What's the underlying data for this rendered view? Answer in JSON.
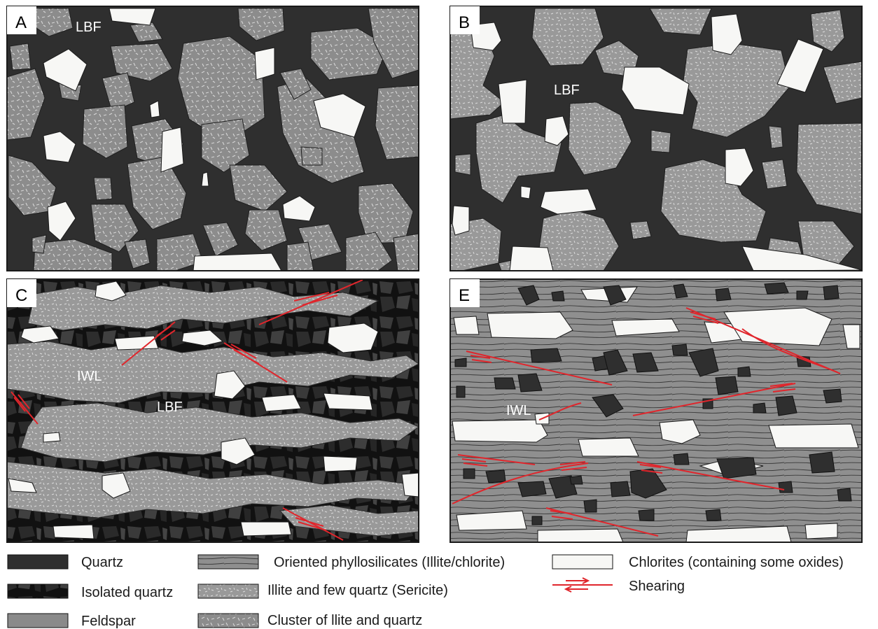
{
  "colors": {
    "background": "#ffffff",
    "quartz": "#2f2f2f",
    "isolated_quartz_dark": "#141414",
    "isolated_quartz_mid": "#3a3a3a",
    "feldspar": "#8a8a8a",
    "sericite": "#9b9b9b",
    "cluster": "#8e8e8e",
    "chlorite": "#f7f7f5",
    "phyllosilicate_matrix": "#8f8f8f",
    "shear": "#e0262c",
    "speckle": "#d6d6d6",
    "frame": "#1a1a1a"
  },
  "panels": [
    {
      "id": "A",
      "letter": "A",
      "zone_label": "LBF"
    },
    {
      "id": "B",
      "letter": "B",
      "zone_label": "LBF"
    },
    {
      "id": "C",
      "letter": "C",
      "zone_labels": [
        "IWL",
        "LBF"
      ]
    },
    {
      "id": "E",
      "letter": "E",
      "zone_label": "IWL"
    }
  ],
  "legend": {
    "items": [
      {
        "key": "quartz",
        "label": "Quartz",
        "swatch": "solid-dark"
      },
      {
        "key": "isolated-quartz",
        "label": "Isolated quartz",
        "swatch": "mosaic-dark"
      },
      {
        "key": "feldspar",
        "label": "Feldspar",
        "swatch": "solid-gray"
      },
      {
        "key": "oriented-phyllosilicates",
        "label": "Oriented phyllosilicates (Illite/chlorite)",
        "swatch": "wavy-lines"
      },
      {
        "key": "illite-sericite",
        "label": "Illite and few quartz (Sericite)",
        "swatch": "speckled-gray"
      },
      {
        "key": "cluster",
        "label": "Cluster of llite and quartz",
        "swatch": "speckled-cluster"
      },
      {
        "key": "chlorites",
        "label": "Chlorites (containing some oxides)",
        "swatch": "solid-white"
      },
      {
        "key": "shearing",
        "label": "Shearing",
        "swatch": "shear-arrows"
      }
    ]
  }
}
